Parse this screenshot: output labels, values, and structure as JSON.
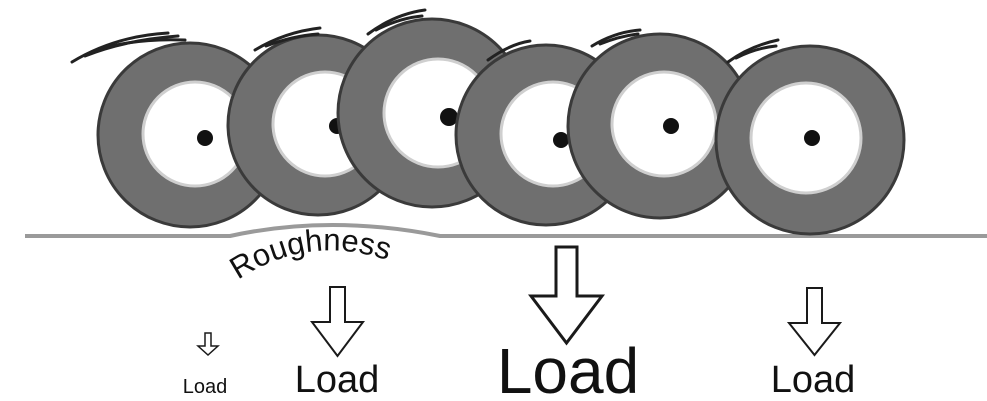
{
  "labels": {
    "roughness": "Roughness",
    "load_small": "Load",
    "load_medium": "Load",
    "load_large": "Load",
    "load_right": "Load"
  },
  "colors": {
    "tire": "#6f6f6f",
    "tire_edge": "#3a3a3a",
    "rim": "#ffffff",
    "hub": "#111111",
    "road": "#9a9a9a",
    "arrow_stroke": "#1a1a1a",
    "background": "#ffffff"
  },
  "icons": [
    "wheel-icon",
    "motion-lines-icon",
    "load-arrow-icon"
  ]
}
